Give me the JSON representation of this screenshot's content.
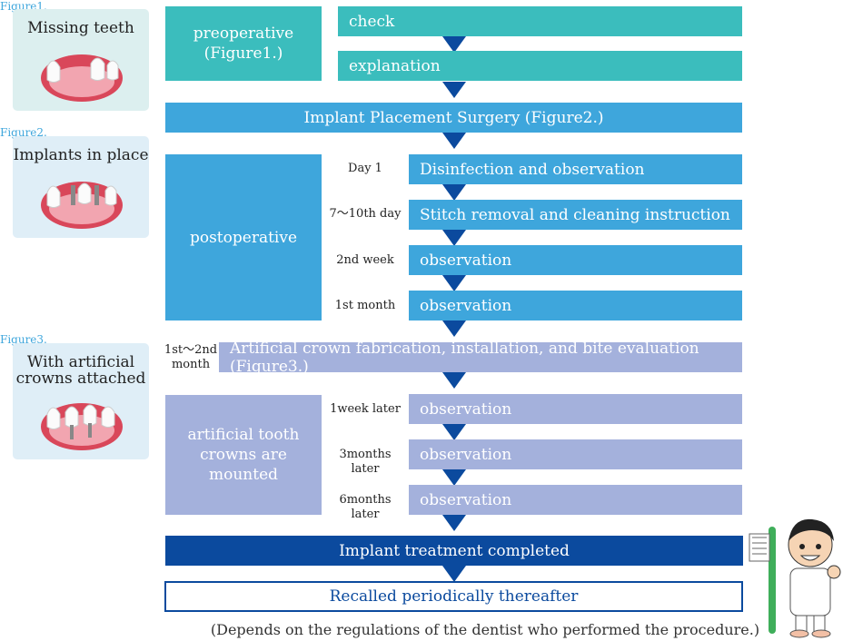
{
  "figures": {
    "fig1": {
      "label": "Figure1.",
      "caption": "Missing teeth"
    },
    "fig2": {
      "label": "Figure2.",
      "caption": "Implants in place"
    },
    "fig3": {
      "label": "Figure3.",
      "caption_line1": "With artificial",
      "caption_line2": "crowns attached"
    }
  },
  "preoperative": {
    "label_line1": "preoperative",
    "label_line2": "(Figure1.)",
    "steps": [
      "check",
      "explanation"
    ]
  },
  "surgery": {
    "label": "Implant Placement Surgery (Figure2.)"
  },
  "postoperative": {
    "label": "postoperative",
    "steps": [
      {
        "time": "Day 1",
        "text": "Disinfection and observation"
      },
      {
        "time": "7～10th day",
        "text": "Stitch removal and cleaning instruction"
      },
      {
        "time": "2nd week",
        "text": "observation"
      },
      {
        "time": "1st month",
        "text": "observation"
      }
    ]
  },
  "crown": {
    "time_line1": "1st～2nd",
    "time_line2": "month",
    "text": "Artificial crown fabrication, installation, and bite evaluation (Figure3.)"
  },
  "mounted": {
    "label_line1": "artificial tooth",
    "label_line2": "crowns are mounted",
    "steps": [
      {
        "time": "1week later",
        "text": "observation"
      },
      {
        "time": "3months later",
        "text": "observation"
      },
      {
        "time": "6months later",
        "text": "observation"
      }
    ]
  },
  "completed": {
    "label": "Implant treatment completed"
  },
  "recall": {
    "label": "Recalled periodically thereafter"
  },
  "note": "(Depends on the regulations of the dentist who performed the procedure.)",
  "colors": {
    "teal": "#3bbdbd",
    "blue": "#3ea6dc",
    "lavender": "#a4b1dc",
    "navy": "#0b4a9e",
    "figure_label": "#3ea6dc"
  }
}
